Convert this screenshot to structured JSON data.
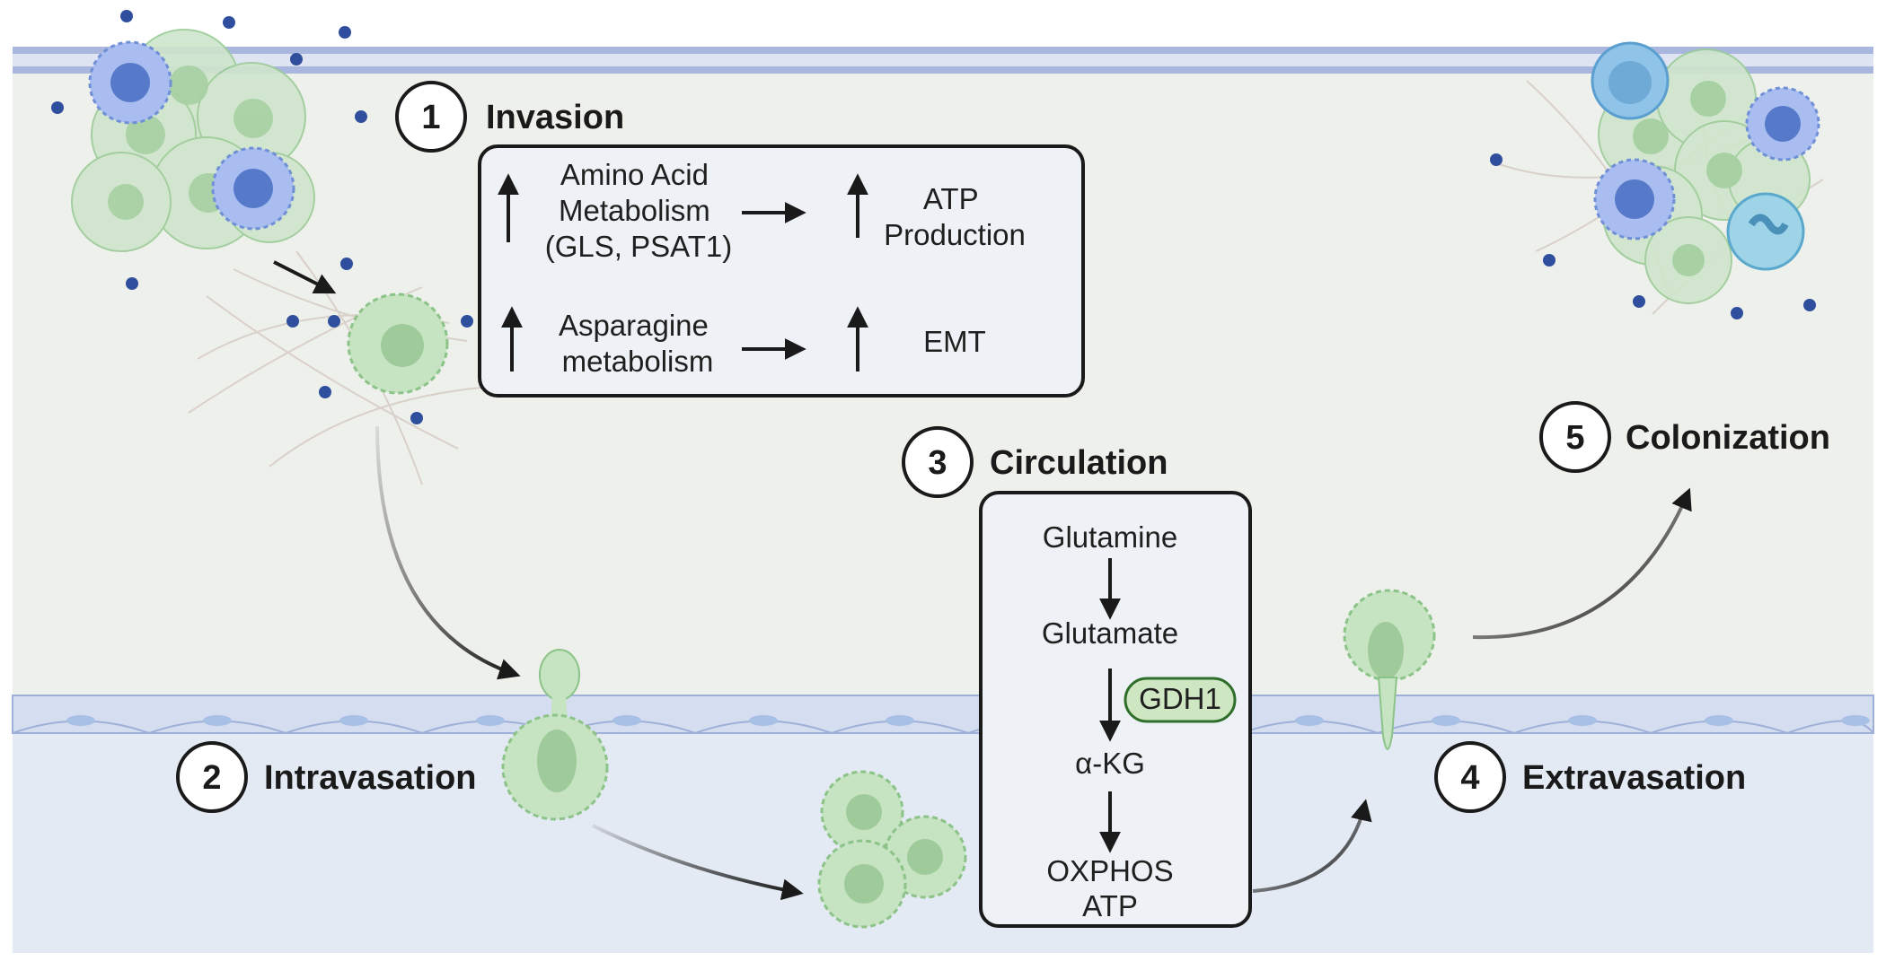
{
  "steps": [
    {
      "number": "1",
      "title": "Invasion"
    },
    {
      "number": "2",
      "title": "Intravasation"
    },
    {
      "number": "3",
      "title": "Circulation"
    },
    {
      "number": "4",
      "title": "Extravasation"
    },
    {
      "number": "5",
      "title": "Colonization"
    }
  ],
  "invasion_box": {
    "row1_left": [
      "Amino Acid",
      "Metabolism",
      "(GLS, PSAT1)"
    ],
    "row1_right": [
      "ATP",
      "Production"
    ],
    "row2_left": [
      "Asparagine",
      "metabolism"
    ],
    "row2_right": [
      "EMT"
    ]
  },
  "circulation_box": {
    "items": [
      "Glutamine",
      "Glutamate",
      "α-KG",
      "OXPHOS",
      "ATP"
    ],
    "enzyme": "GDH1"
  },
  "colors": {
    "tissue_bg": "#eef0eb",
    "vessel_bg": "#e3e9f3",
    "membrane": "#9fb0d8",
    "box_fill": "#eef2f7",
    "cell_green": "#b9dcb6",
    "immune_blue": "#6f8fd6",
    "enzyme_fill": "#cfe6c3",
    "enzyme_stroke": "#2f6e2a"
  }
}
